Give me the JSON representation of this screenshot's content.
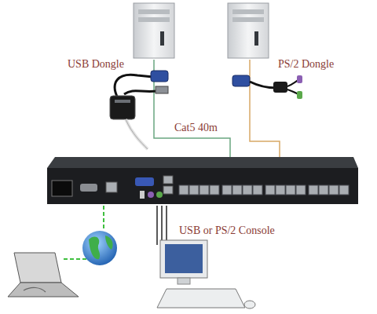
{
  "diagram": {
    "labels": [
      "USB Dongle",
      "PS/2 Dongle",
      "Cat5 40m",
      "USB or PS/2 Console"
    ]
  }
}
